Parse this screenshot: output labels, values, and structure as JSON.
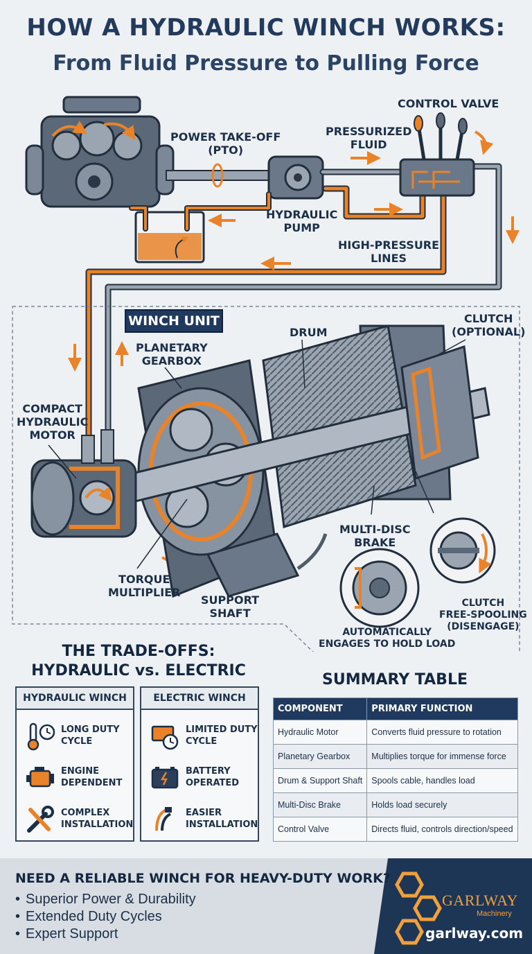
{
  "title": "HOW A HYDRAULIC WINCH WORKS:",
  "subtitle": "From Fluid Pressure to Pulling Force",
  "labels": {
    "control_valve": "CONTROL VALVE",
    "pto": [
      "POWER TAKE-OFF",
      "(PTO)"
    ],
    "pressurized_fluid": [
      "PRESSURIZED",
      "FLUID"
    ],
    "hydraulic_pump": [
      "HYDRAULIC",
      "PUMP"
    ],
    "high_pressure_lines": [
      "HIGH-PRESSURE",
      "LINES"
    ],
    "winch_unit": "WINCH UNIT",
    "drum": "DRUM",
    "clutch_optional": [
      "CLUTCH",
      "(OPTIONAL)"
    ],
    "planetary_gearbox": [
      "PLANETARY",
      "GEARBOX"
    ],
    "compact_motor": [
      "COMPACT",
      "HYDRAULIC",
      "MOTOR"
    ],
    "torque_multiplier": [
      "TORQUE",
      "MULTIPLIER"
    ],
    "support_shaft": [
      "SUPPORT",
      "SHAFT"
    ],
    "multi_disc_brake": [
      "MULTI-DISC",
      "BRAKE"
    ],
    "auto_engages": [
      "AUTOMATICALLY",
      "ENGAGES TO HOLD LOAD"
    ],
    "clutch_free": [
      "CLUTCH",
      "FREE-SPOOLING",
      "(DISENGAGE)"
    ]
  },
  "tradeoffs": {
    "heading": [
      "THE TRADE-OFFS:",
      "HYDRAULIC vs. ELECTRIC"
    ],
    "hydraulic": {
      "header": "HYDRAULIC WINCH",
      "items": [
        {
          "icon": "thermometer-clock-icon",
          "text": [
            "LONG DUTY",
            "CYCLE"
          ]
        },
        {
          "icon": "engine-icon",
          "text": [
            "ENGINE",
            "DEPENDENT"
          ]
        },
        {
          "icon": "wrench-screwdriver-icon",
          "text": [
            "COMPLEX",
            "INSTALLATION"
          ]
        }
      ]
    },
    "electric": {
      "header": "ELECTRIC WINCH",
      "items": [
        {
          "icon": "battery-clock-icon",
          "text": [
            "LIMITED DUTY",
            "CYCLE"
          ]
        },
        {
          "icon": "battery-icon",
          "text": [
            "BATTERY",
            "OPERATED"
          ]
        },
        {
          "icon": "cable-plug-icon",
          "text": [
            "EASIER",
            "INSTALLATION"
          ]
        }
      ]
    }
  },
  "summary": {
    "heading": "SUMMARY TABLE",
    "columns": [
      "COMPONENT",
      "PRIMARY FUNCTION"
    ],
    "rows": [
      [
        "Hydraulic Motor",
        "Converts fluid pressure to rotation"
      ],
      [
        "Planetary Gearbox",
        "Multiplies torque for immense force"
      ],
      [
        "Drum & Support Shaft",
        "Spools cable, handles load"
      ],
      [
        "Multi-Disc Brake",
        "Holds load securely"
      ],
      [
        "Control Valve",
        "Directs fluid, controls direction/speed"
      ]
    ]
  },
  "footer": {
    "headline": "NEED A RELIABLE WINCH FOR HEAVY-DUTY WORK?",
    "bullets": [
      "Superior Power & Durability",
      "Extended Duty Cycles",
      "Expert Support"
    ],
    "brand": "GARLWAY",
    "brand_sub": "Machinery",
    "url": "garlway.com"
  },
  "colors": {
    "navy": "#1f3a5e",
    "orange": "#e8832a",
    "steel": "#5b6878",
    "background": "#eef1f4"
  }
}
